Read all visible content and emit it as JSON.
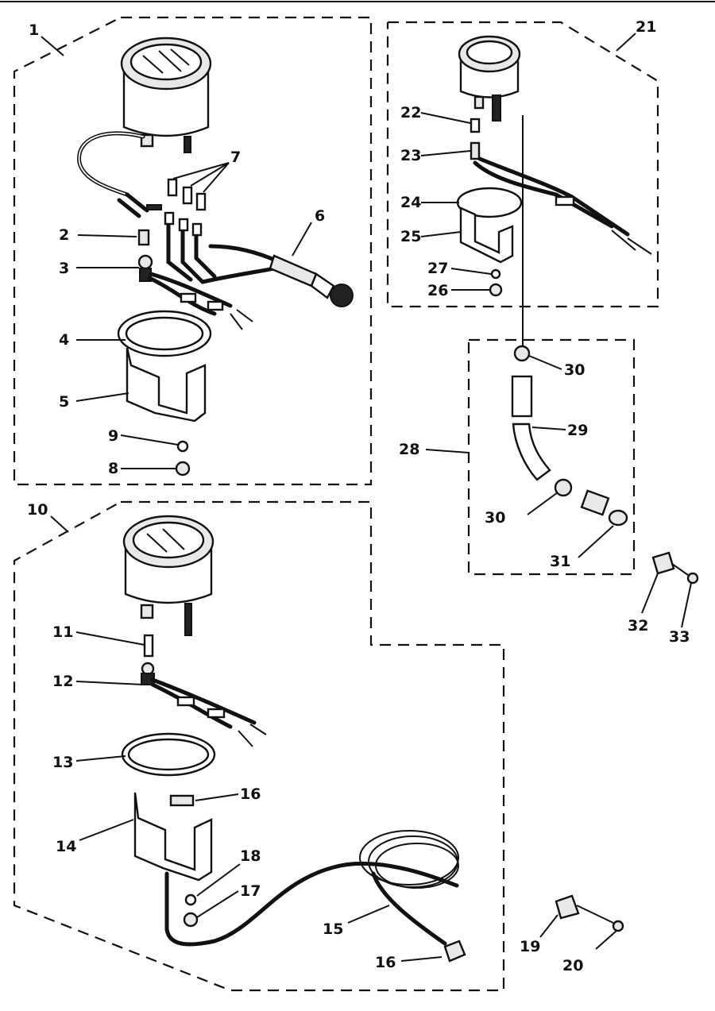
{
  "groups": [
    {
      "id": "group-1",
      "label": "1"
    },
    {
      "id": "group-10",
      "label": "10"
    },
    {
      "id": "group-21",
      "label": "21"
    },
    {
      "id": "group-28",
      "label": "28"
    }
  ],
  "callouts": {
    "c1": "1",
    "c2": "2",
    "c3": "3",
    "c4": "4",
    "c5": "5",
    "c6": "6",
    "c7": "7",
    "c8": "8",
    "c9": "9",
    "c10": "10",
    "c11": "11",
    "c12": "12",
    "c13": "13",
    "c14": "14",
    "c15": "15",
    "c16a": "16",
    "c16b": "16",
    "c17": "17",
    "c18": "18",
    "c19": "19",
    "c20": "20",
    "c21": "21",
    "c22": "22",
    "c23": "23",
    "c24": "24",
    "c25": "25",
    "c26": "26",
    "c27": "27",
    "c28": "28",
    "c29": "29",
    "c30a": "30",
    "c30b": "30",
    "c31": "31",
    "c32": "32",
    "c33": "33"
  }
}
